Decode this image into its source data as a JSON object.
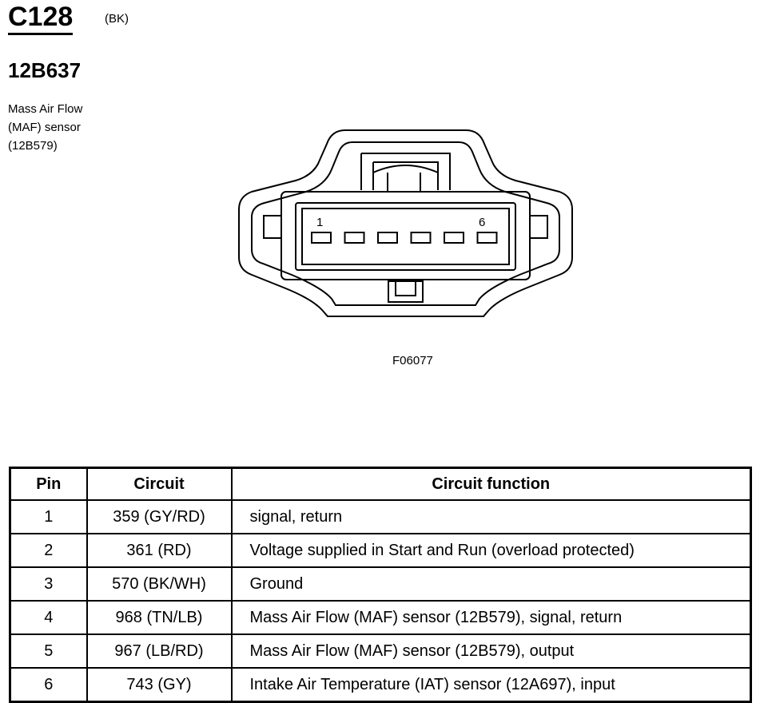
{
  "header": {
    "connector_id": "C128",
    "color_code": "(BK)",
    "part_number": "12B637",
    "description_lines": [
      "Mass Air Flow",
      "(MAF) sensor",
      "(12B579)"
    ]
  },
  "diagram": {
    "pin_labels": {
      "first": "1",
      "last": "6"
    },
    "pin_count": 6,
    "figure_id": "F06077"
  },
  "table": {
    "headers": {
      "pin": "Pin",
      "circuit": "Circuit",
      "function": "Circuit function"
    },
    "rows": [
      {
        "pin": "1",
        "circuit": "359 (GY/RD)",
        "function": "signal, return"
      },
      {
        "pin": "2",
        "circuit": "361 (RD)",
        "function": "Voltage supplied in Start and Run (overload protected)"
      },
      {
        "pin": "3",
        "circuit": "570 (BK/WH)",
        "function": "Ground"
      },
      {
        "pin": "4",
        "circuit": "968 (TN/LB)",
        "function": "Mass Air Flow (MAF) sensor (12B579), signal, return"
      },
      {
        "pin": "5",
        "circuit": "967 (LB/RD)",
        "function": "Mass Air Flow (MAF) sensor (12B579), output"
      },
      {
        "pin": "6",
        "circuit": "743 (GY)",
        "function": "Intake Air Temperature (IAT) sensor (12A697), input"
      }
    ]
  }
}
